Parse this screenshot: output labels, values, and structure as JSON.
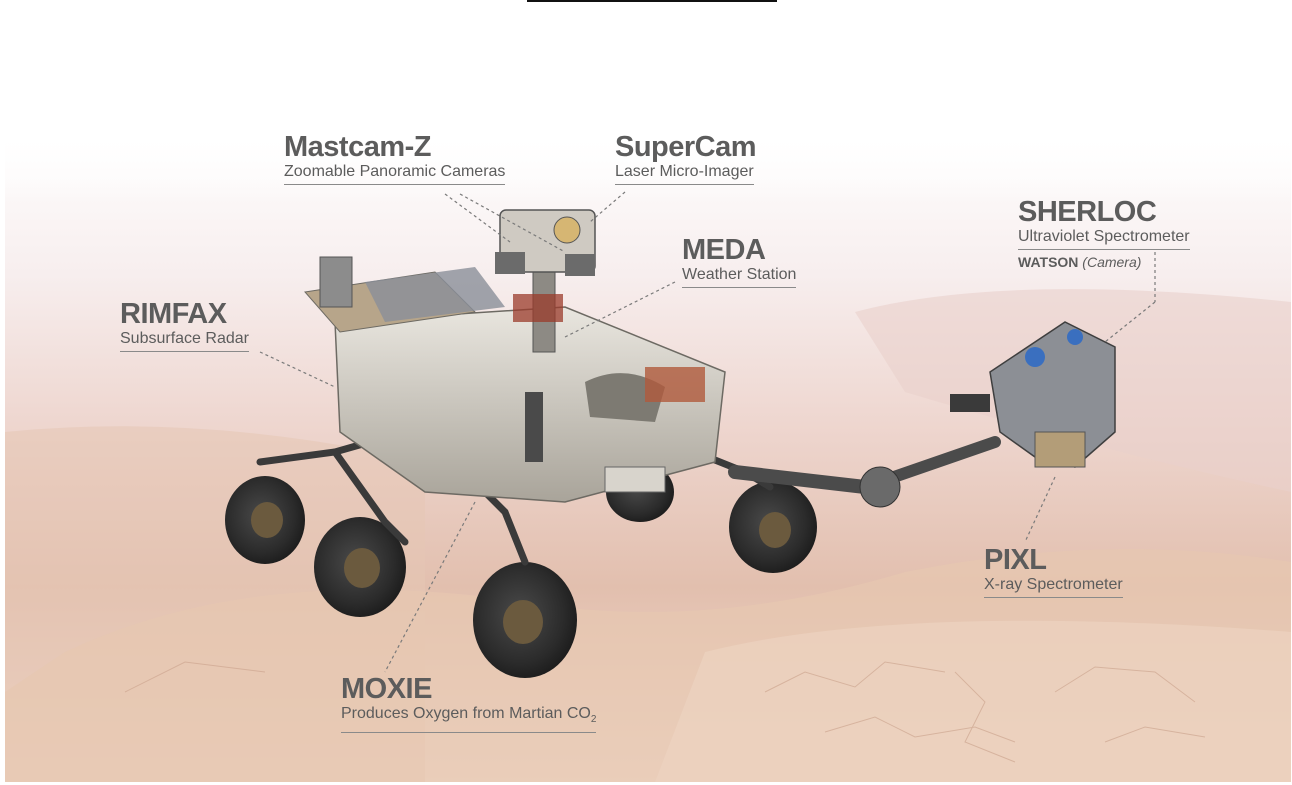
{
  "instruments": [
    {
      "name": "Mastcam-Z",
      "desc": "Zoomable Panoramic Cameras"
    },
    {
      "name": "SuperCam",
      "desc": "Laser Micro-Imager"
    },
    {
      "name": "MEDA",
      "desc": "Weather Station"
    },
    {
      "name": "SHERLOC",
      "desc": "Ultraviolet Spectrometer",
      "extra_bold": "WATSON",
      "extra_italic": "(Camera)"
    },
    {
      "name": "RIMFAX",
      "desc": "Subsurface Radar"
    },
    {
      "name": "PIXL",
      "desc": "X-ray Spectrometer"
    },
    {
      "name": "MOXIE",
      "desc": "Produces Oxygen from Martian CO",
      "desc_sub": "2"
    }
  ],
  "colors": {
    "label_text": "#5c5c5c",
    "leader_line": "#7a7a7a",
    "ground": "#d9b29a",
    "haze": "#f3e6e6"
  }
}
